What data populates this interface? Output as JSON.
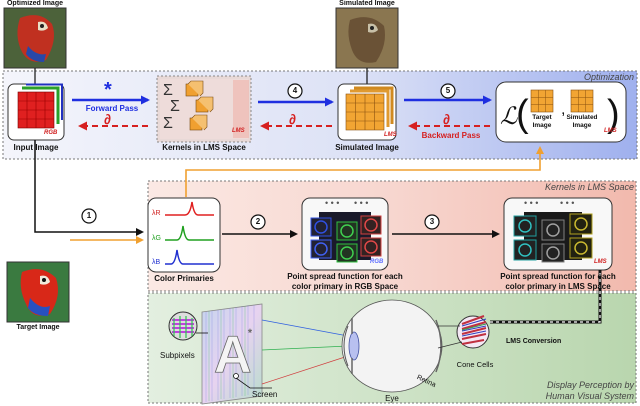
{
  "panels": {
    "optimization_title": "Optimization",
    "kernels_title": "Kernels in LMS Space",
    "perception_title_line1": "Display Perception by",
    "perception_title_line2": "Human Visual System"
  },
  "images": {
    "optimized": "Optimized Image",
    "simulated_top": "Simulated Image",
    "target": "Target Image"
  },
  "nodes": {
    "input_image": "Input Image",
    "input_tag": "RGB",
    "kernels": "Kernels in LMS Space",
    "kernels_tag": "LMS",
    "simulated_image": "Simulated Image",
    "simulated_tag": "LMS",
    "loss_target": "Target\nImage",
    "loss_simulated": "Simulated\nImage",
    "loss_tag": "LMS",
    "color_primaries": "Color Primaries",
    "psf_rgb_line1": "Point spread function for each",
    "psf_rgb_line2": "color primary in RGB Space",
    "psf_rgb_tag": "RGB",
    "psf_lms_line1": "Point spread function for each",
    "psf_lms_line2": "color primary in LMS Space",
    "psf_lms_tag": "LMS"
  },
  "arrows": {
    "forward_symbol": "*",
    "forward_label": "Forward Pass",
    "backward_symbol": "∂",
    "backward_label": "Backward Pass",
    "partial_symbol": "∂"
  },
  "steps": [
    "1",
    "2",
    "3",
    "4",
    "5"
  ],
  "primaries": [
    "λR",
    "λG",
    "λB"
  ],
  "perception": {
    "subpixels": "Subpixels",
    "screen": "Screen",
    "eye": "Eye",
    "retina": "Retina",
    "cone_cells": "Cone Cells",
    "lms_conversion": "LMS Conversion"
  },
  "colors": {
    "forward": "#1f2fe0",
    "backward": "#d62020",
    "guide": "#f0a030",
    "optimization_bg": "#bcc7f2",
    "kernels_bg": "#f6c9c0",
    "perception_bg": "#c9e0c2"
  }
}
